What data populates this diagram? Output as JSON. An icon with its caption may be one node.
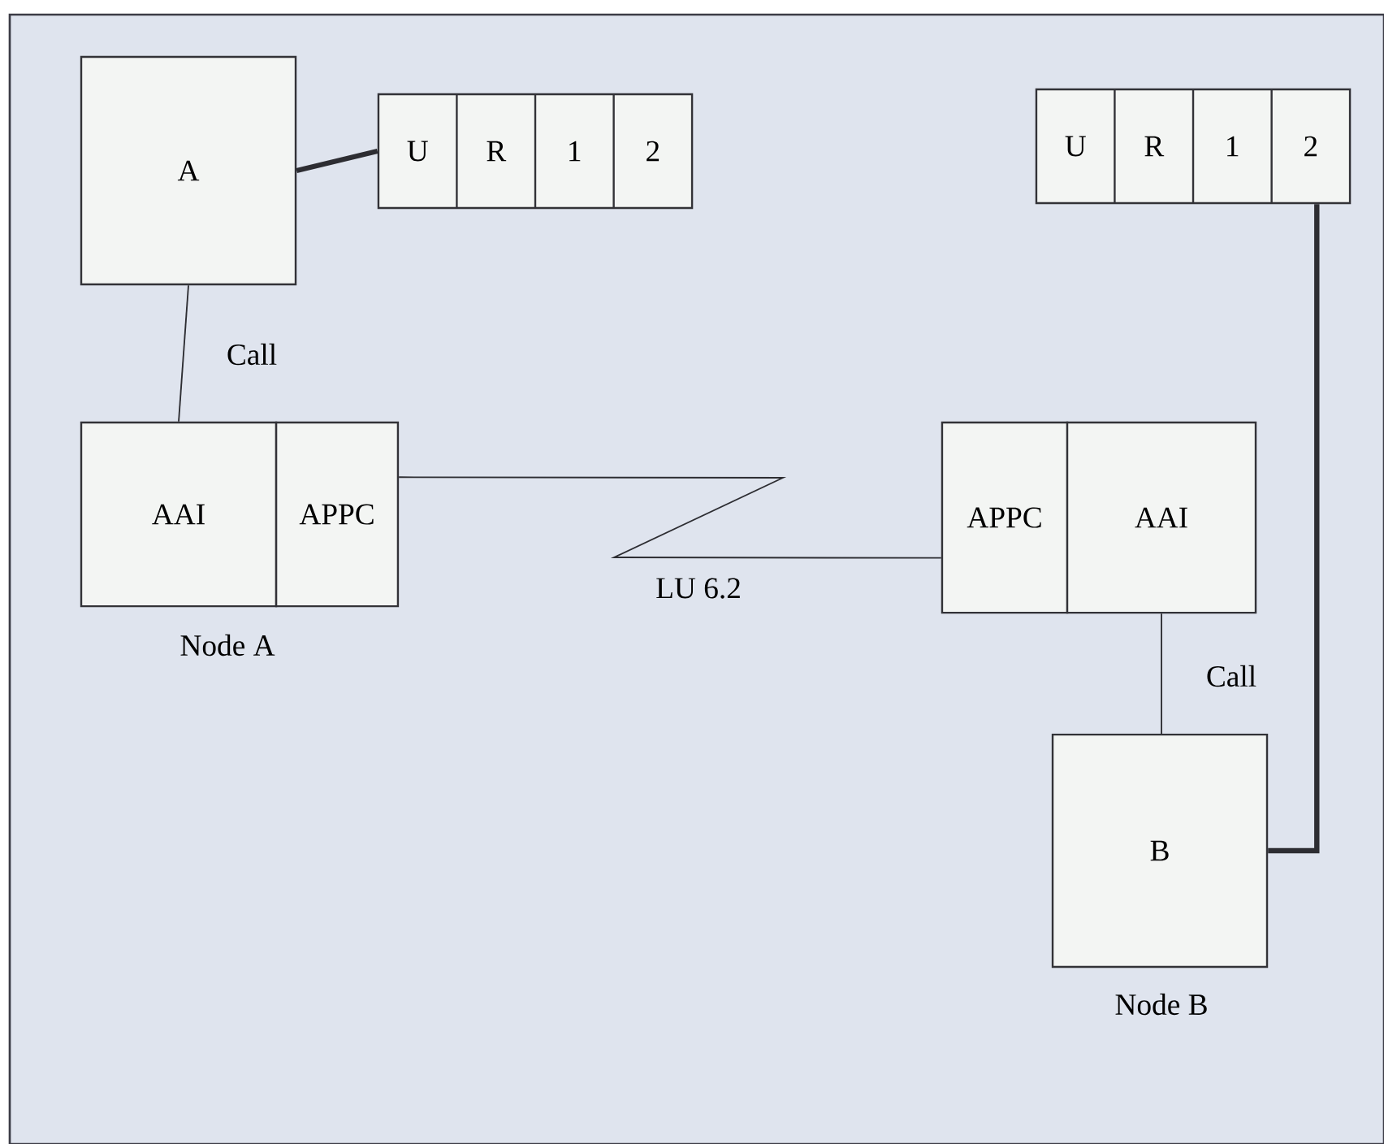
{
  "diagram": {
    "nodes": [
      {
        "text": [
          "A"
        ]
      },
      {
        "text": [
          "U",
          "R",
          "1",
          "2"
        ]
      },
      {
        "text": [
          "AAI"
        ],
        "beside": [
          "Node A"
        ]
      },
      {
        "text": [
          "APPC"
        ]
      },
      {
        "text": [
          "U",
          "R",
          "1",
          "2"
        ]
      },
      {
        "text": [
          "APPC"
        ]
      },
      {
        "text": [
          "AAI"
        ]
      },
      {
        "text": [
          "B"
        ],
        "beside": [
          "Node B"
        ]
      }
    ],
    "edges": [
      {
        "from": 0,
        "to": 1,
        "arrow": "none",
        "style": "thick"
      },
      {
        "from": 0,
        "to": 2,
        "arrow": "none",
        "label": "Call"
      },
      {
        "from": 3,
        "to": 5,
        "arrow": "none",
        "label": "LU 6.2"
      },
      {
        "from": 6,
        "to": 7,
        "arrow": "none",
        "label": "Call"
      },
      {
        "from": 7,
        "to": 4,
        "arrow": "none",
        "style": "thick"
      }
    ]
  }
}
